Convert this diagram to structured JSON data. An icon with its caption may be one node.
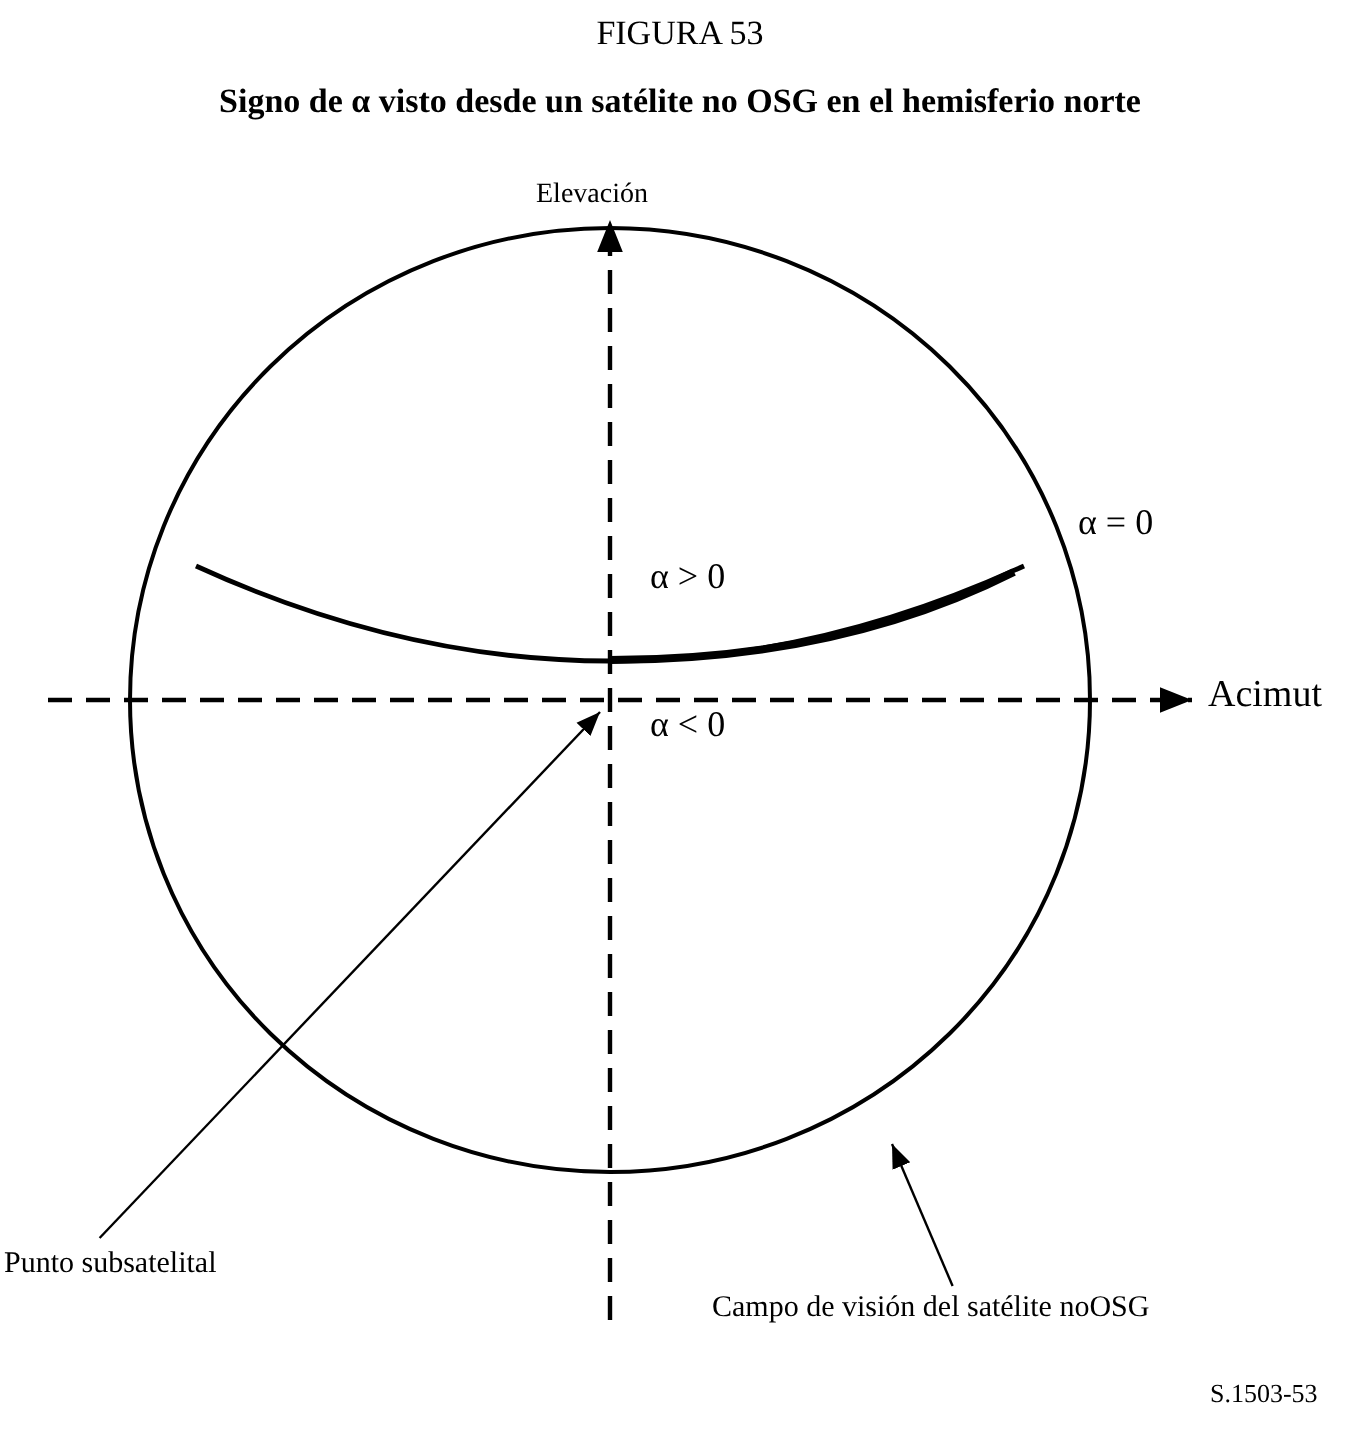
{
  "diagram": {
    "title": "Signo de α visto desde un satélite no OSG en el hemisferio norte",
    "nodes": [
      {
        "text": [],
        "shape": "circle"
      },
      {
        "text": [
          "Punto subsatelital"
        ]
      },
      {
        "text": [
          "Campo de visión del satélite noOSG"
        ]
      }
    ],
    "edges": [
      {
        "from": 1,
        "to": 0,
        "arrow": "to"
      },
      {
        "from": 2,
        "to": 0,
        "arrow": "to"
      }
    ],
    "labels": [
      "FIGURA 53",
      "Elevación",
      "α = 0",
      "α > 0",
      "α < 0",
      "Acimut",
      "S.1503-53"
    ]
  }
}
